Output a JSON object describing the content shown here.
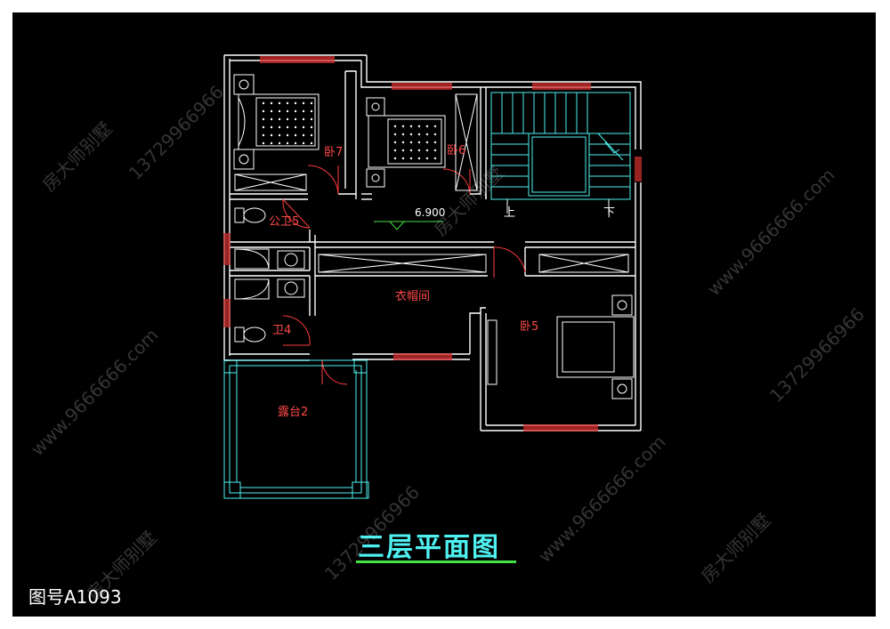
{
  "drawing": {
    "title": "三层平面图",
    "drawing_number": "图号A1093",
    "elevation": "6.900",
    "stair_up": "上",
    "stair_down": "下"
  },
  "rooms": {
    "bedroom7": "卧7",
    "bedroom6": "卧6",
    "bedroom5": "卧5",
    "public_bath5": "公卫5",
    "bath4": "卫4",
    "closet": "衣帽间",
    "terrace2": "露台2"
  },
  "watermarks": {
    "brand": "房大师别墅",
    "phone": "13729966966",
    "site": "www.9666666.com"
  },
  "colors": {
    "background": "#000000",
    "wall": "#ffffff",
    "window": "#ff3b3b",
    "furniture": "#ffffff",
    "stair": "#4ff0f0",
    "terrace": "#4ff0f0",
    "label": "#ff4a4a",
    "title": "#4ff0f0",
    "title_underline": "#45e045"
  }
}
